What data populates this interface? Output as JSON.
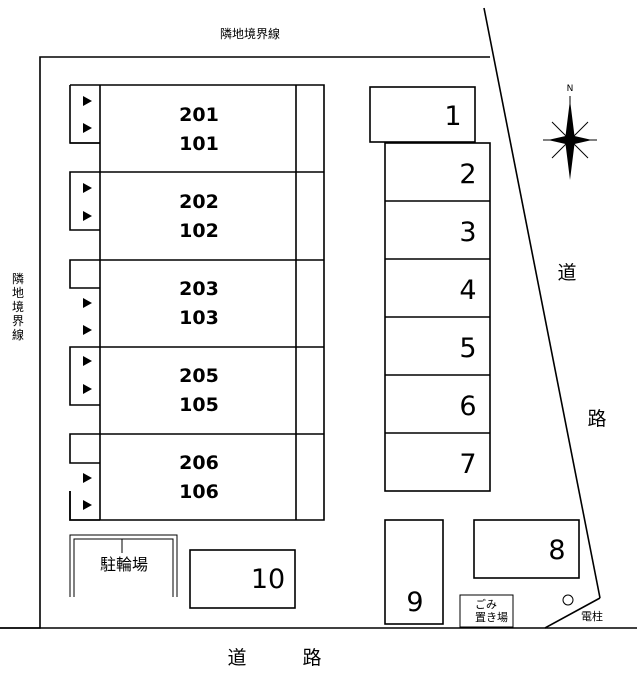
{
  "labels": {
    "neighbor_top": "隣地境界線",
    "neighbor_left": [
      "隣",
      "地",
      "境",
      "界",
      "線"
    ],
    "road_bottom": [
      "道",
      "路"
    ],
    "road_right": [
      "道",
      "路"
    ],
    "bicycle_parking": "駐輪場",
    "garbage": [
      "ごみ",
      "置き場"
    ],
    "utility_pole": "電柱",
    "compass_north": "N"
  },
  "units": [
    {
      "upper": "201",
      "lower": "101"
    },
    {
      "upper": "202",
      "lower": "102"
    },
    {
      "upper": "203",
      "lower": "103"
    },
    {
      "upper": "205",
      "lower": "105"
    },
    {
      "upper": "206",
      "lower": "106"
    }
  ],
  "parking": [
    "1",
    "2",
    "3",
    "4",
    "5",
    "6",
    "7",
    "8",
    "9",
    "10"
  ]
}
